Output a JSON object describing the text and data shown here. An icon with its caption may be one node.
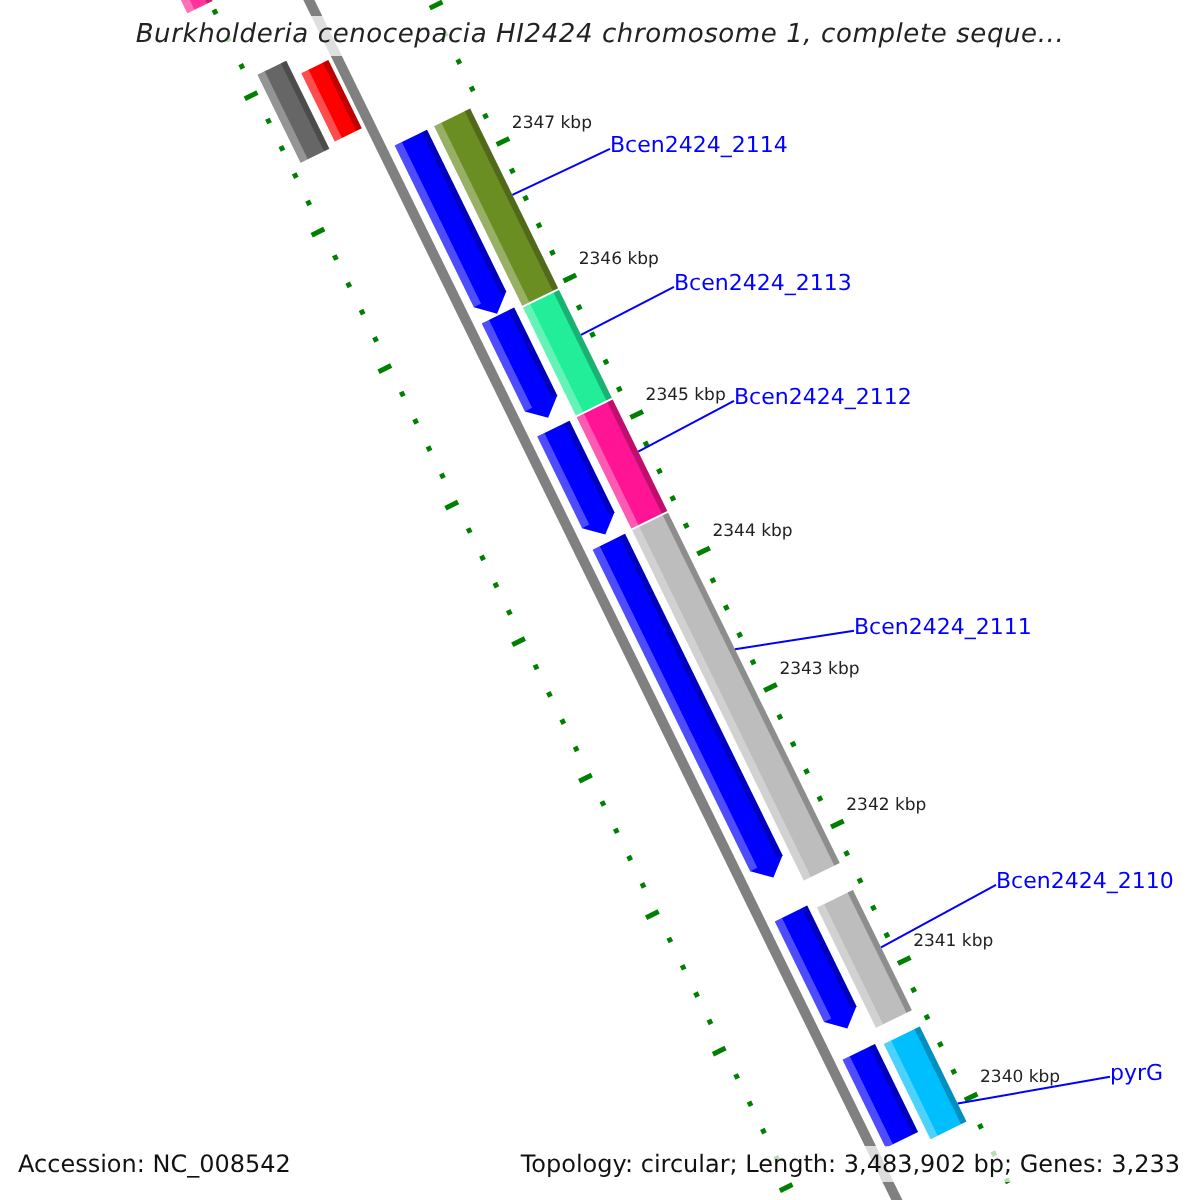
{
  "diagram": {
    "title": "Burkholderia cenocepacia HI2424 chromosome 1, complete seque...",
    "nodes": [
      {
        "text": [
          "Bcen2424_2114"
        ]
      },
      {
        "text": [
          "Bcen2424_2113"
        ]
      },
      {
        "text": [
          "Bcen2424_2112"
        ]
      },
      {
        "text": [
          "Bcen2424_2111"
        ]
      },
      {
        "text": [
          "Bcen2424_2110"
        ]
      },
      {
        "text": [
          "pyrG"
        ]
      },
      {
        "text": [],
        "shape": "bar"
      },
      {
        "text": [],
        "shape": "bar"
      },
      {
        "text": [],
        "shape": "bar"
      },
      {
        "text": [],
        "shape": "bar"
      },
      {
        "text": [],
        "shape": "bar"
      },
      {
        "text": [],
        "shape": "bar"
      },
      {
        "text": [],
        "shape": "bar"
      },
      {
        "text": [],
        "shape": "bar"
      },
      {
        "text": [],
        "shape": "bar"
      },
      {
        "text": [],
        "shape": "bar"
      },
      {
        "text": [],
        "shape": "bar"
      },
      {
        "text": [],
        "shape": "bar"
      },
      {
        "text": [],
        "shape": "bar"
      },
      {
        "text": [],
        "shape": "bar"
      },
      {
        "text": [],
        "shape": "bar"
      }
    ],
    "edges": [
      {
        "from": 0,
        "to": 6,
        "arrow": "none"
      },
      {
        "from": 1,
        "to": 7,
        "arrow": "none"
      },
      {
        "from": 2,
        "to": 8,
        "arrow": "none"
      },
      {
        "from": 3,
        "to": 9,
        "arrow": "none"
      },
      {
        "from": 4,
        "to": 10,
        "arrow": "none"
      },
      {
        "from": 5,
        "to": 11,
        "arrow": "none"
      }
    ],
    "labels": [
      "2347 kbp",
      "2346 kbp",
      "2345 kbp",
      "2344 kbp",
      "2343 kbp",
      "2342 kbp",
      "2341 kbp",
      "2340 kbp",
      "Accession: NC_008542",
      "Topology: circular; Length: 3,483,902 bp; Genes: 3,233"
    ]
  }
}
